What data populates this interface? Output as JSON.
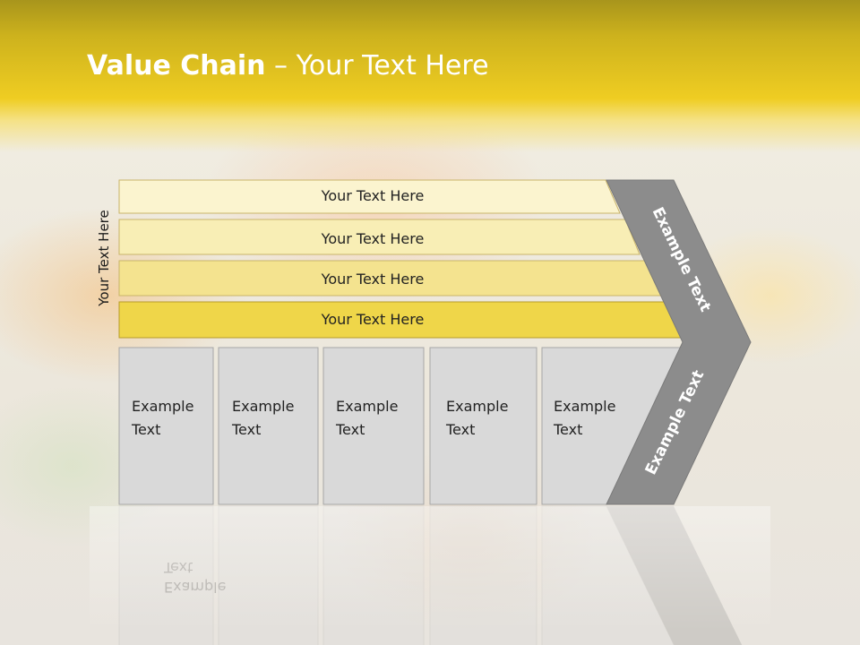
{
  "title": {
    "bold": "Value Chain",
    "rest": " – Your Text Here"
  },
  "side_label": "Your Text Here",
  "bands": [
    "Your Text Here",
    "Your Text Here",
    "Your Text Here",
    "Your Text Here"
  ],
  "boxes": [
    {
      "line1": "Example",
      "line2": "Text"
    },
    {
      "line1": "Example",
      "line2": "Text"
    },
    {
      "line1": "Example",
      "line2": "Text"
    },
    {
      "line1": "Example",
      "line2": "Text"
    },
    {
      "line1": "Example",
      "line2": "Text"
    }
  ],
  "chevron": {
    "top_label": "Example Text",
    "bottom_label": "Example Text"
  },
  "colors": {
    "band_fills": [
      "#fbf4cf",
      "#f8eeb5",
      "#f4e38f",
      "#efd649"
    ],
    "box_fill": "#d9d9d9",
    "chevron_fill": "#8c8c8c"
  }
}
